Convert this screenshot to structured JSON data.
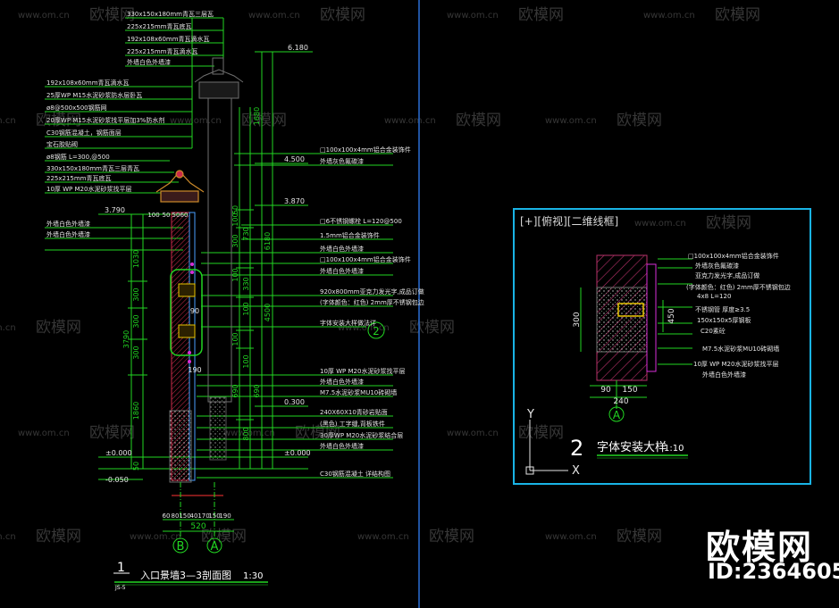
{
  "viewport_title": "[+][俯视][二维线框]",
  "brand": {
    "name": "欧模网",
    "id_text": "ID:2364605",
    "site": "www.om.cn",
    "wm_brand": "欧模网"
  },
  "left_callouts": [
    "330x150x180mm青瓦三层瓦",
    "225x215mm青瓦底瓦",
    "192x108x60mm青瓦滴水瓦",
    "225x215mm青瓦滴水瓦",
    "外墙白色外墙漆",
    "192x108x60mm青瓦滴水瓦",
    "25厚WP M15水泥砂浆防水层卧瓦",
    "ø8@500x500钢筋网",
    "20厚WP M15水泥砂浆找平层加3%防水剂",
    "C30钢筋混凝土，钢筋面层",
    "宝石胶贴砌",
    "ø8钢筋 L=300,@500",
    "330x150x180mm青瓦三层青瓦",
    "225x215mm青瓦底瓦",
    "10厚 WP M20水泥砂浆找平层",
    "外墙白色外墙漆",
    "外墙白色外墙漆"
  ],
  "right_callouts": [
    "□100x100x4mm铝合金装饰件",
    "外墙灰色氟碳漆",
    "□6不锈钢螺栓 L=120@500",
    "1.5mm铝合金装饰件",
    "外墙白色外墙漆",
    "□100x100x4mm铝合金装饰件",
    "外墙白色外墙漆",
    "920x800mm亚克力发光字,成品订做",
    "(字体颜色：红色) 2mm厚不锈钢包边",
    "字体安装大样做法详",
    "10厚 WP M20水泥砂浆找平层",
    "外墙白色外墙漆",
    "M7.5水泥砂浆MU10砖砌墙",
    "240X60X10青砂岩贴面",
    "(黑色) 工字缝,背板铁件",
    "30厚WP M20水泥砂浆结合层",
    "外墙白色外墙漆",
    "C30钢筋混凝土 详结构图"
  ],
  "elevations": [
    "6.180",
    "4.500",
    "3.870",
    "3.790",
    "0.300",
    "±0.000",
    "±0.000",
    "-0.050"
  ],
  "dims_left": [
    "1030",
    "300",
    "300",
    "300",
    "3790",
    "1860",
    "50"
  ],
  "dims_right_inner": [
    "1680",
    "50",
    "100",
    "300",
    "100",
    "730",
    "330",
    "100",
    "4500",
    "100",
    "100",
    "690",
    "800",
    "690",
    "6180"
  ],
  "top_dims": [
    "100",
    "50",
    "50",
    "60"
  ],
  "small_dims": [
    "90",
    "190"
  ],
  "bottom_dims": [
    "60",
    "80",
    "150",
    "40",
    "170",
    "150",
    "190"
  ],
  "bottom_total": "520",
  "axis_a": "A",
  "axis_b": "B",
  "section_num": "1",
  "section_sub": "JS-5",
  "section_title": "入口景墙3—3剖面图",
  "section_scale": "1:30",
  "detail_callouts": [
    "□100x100x4mm铝合金装饰件",
    "外墙灰色氟碳漆",
    "亚克力发光字,成品订做",
    "(字体颜色：红色) 2mm厚不锈钢包边",
    "4x8   L=120",
    "不锈钢管   厚度≥3.5",
    "150x150x5厚钢板",
    "C20素砼",
    "M7.5水泥砂浆MU10砖砌墙",
    "10厚 WP M20水泥砂浆找平层",
    "外墙白色外墙漆"
  ],
  "detail_dims": [
    "90",
    "150",
    "240",
    "300",
    "450"
  ],
  "detail_axis": "A",
  "detail_num": "2",
  "detail_title": "字体安装大样",
  "detail_scale": "1:10",
  "ucs_x": "X",
  "ucs_y": "Y",
  "circle_2": "2"
}
